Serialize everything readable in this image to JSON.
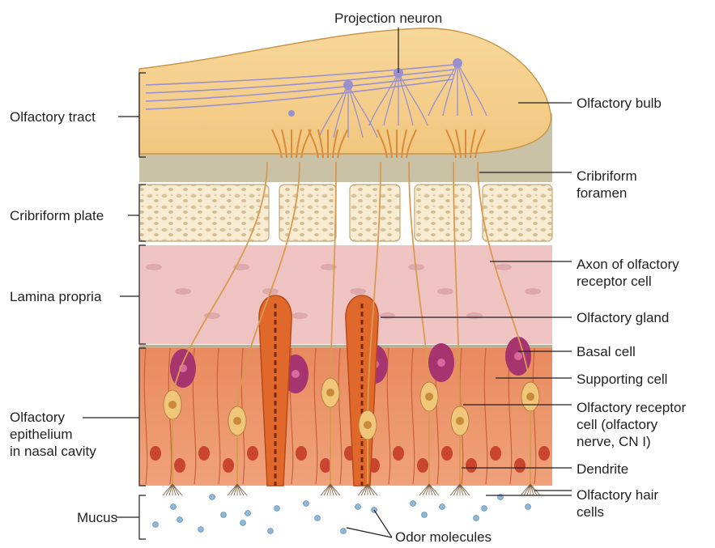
{
  "labels": {
    "projection_neuron": "Projection neuron",
    "olfactory_tract": "Olfactory tract",
    "olfactory_bulb": "Olfactory bulb",
    "cribriform_plate": "Cribriform plate",
    "cribriform_foramen": "Cribriform\nforamen",
    "lamina_propria": "Lamina propria",
    "axon": "Axon of olfactory\nreceptor cell",
    "olfactory_gland": "Olfactory gland",
    "basal_cell": "Basal cell",
    "supporting_cell": "Supporting cell",
    "olfactory_epithelium": "Olfactory\nepithelium\nin nasal cavity",
    "olfactory_receptor_cell": "Olfactory receptor\ncell (olfactory\nnerve, CN I)",
    "dendrite": "Dendrite",
    "mucus": "Mucus",
    "olfactory_hair_cells": "Olfactory hair\ncells",
    "odor_molecules": "Odor molecules"
  },
  "colors": {
    "bulb": "#f2c77f",
    "tract_band": "#c9c2a6",
    "bone": "#f7ecd2",
    "lamina": "#eec3c1",
    "epithelium": "#e8845b",
    "basal": "#a6356f",
    "receptor": "#f0c67a",
    "gland": "#e0682a",
    "neuron": "#9a8fcf",
    "mucus_dot": "#8fb8d8",
    "leader": "#231f20"
  }
}
